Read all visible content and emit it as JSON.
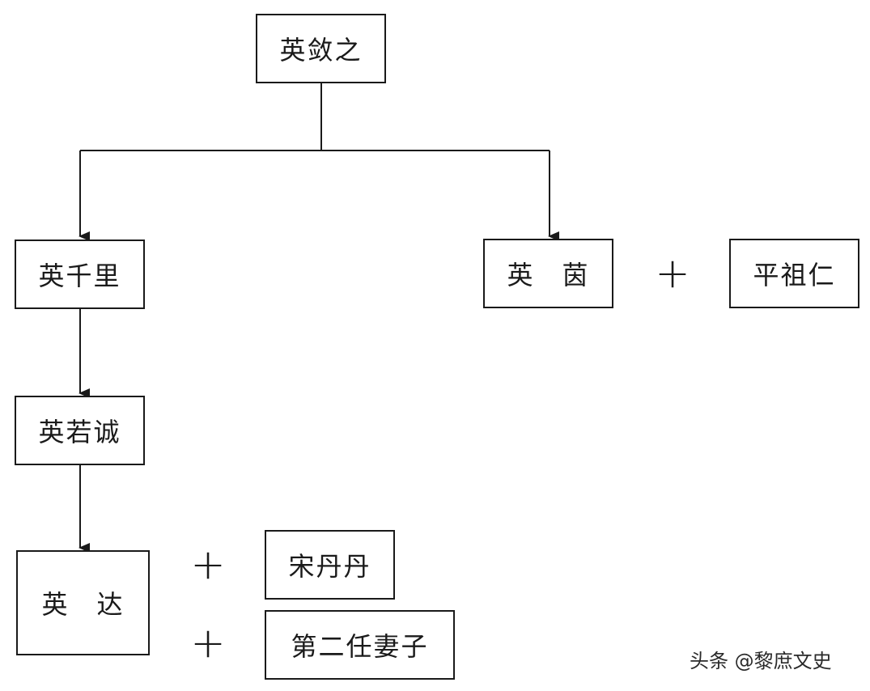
{
  "nodes": {
    "ying_lianzhi": "英敛之",
    "ying_qianli": "英千里",
    "ying_yin": "英　茵",
    "ping_zuren": "平祖仁",
    "ying_ruocheng": "英若诚",
    "ying_da": "英　达",
    "song_dandan": "宋丹丹",
    "second_wife": "第二任妻子"
  },
  "spouse_marker": "+",
  "watermark": "头条 @黎庶文史",
  "colors": {
    "line": "#1a1a1a",
    "background": "#ffffff"
  }
}
